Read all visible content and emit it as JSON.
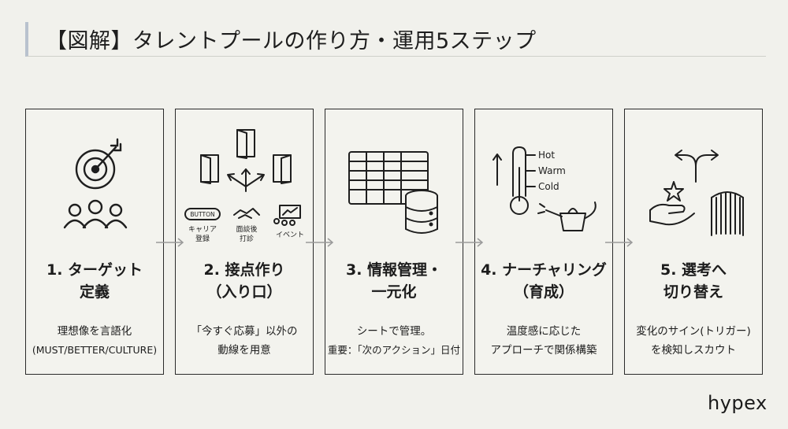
{
  "header": {
    "title": "【図解】タレントプールの作り方・運用5ステップ"
  },
  "steps": [
    {
      "title_line1": "1. ターゲット",
      "title_line2": "定義",
      "desc_line1": "理想像を言語化",
      "desc_line2": "(MUST/BETTER/CULTURE)"
    },
    {
      "title_line1": "2. 接点作り",
      "title_line2": "（入り口）",
      "desc_line1": "「今すぐ応募」以外の",
      "desc_line2": "動線を用意",
      "icon_labels": {
        "button": "BUTTON",
        "career_1": "キャリア",
        "career_2": "登録",
        "interview_1": "面談後",
        "interview_2": "打診",
        "event": "イベント"
      }
    },
    {
      "title_line1": "3. 情報管理・",
      "title_line2": "一元化",
      "desc_line1": "シートで管理。",
      "desc_line2": "重要：「次のアクション」日付"
    },
    {
      "title_line1": "4. ナーチャリング",
      "title_line2": "（育成）",
      "desc_line1": "温度感に応じた",
      "desc_line2": "アプローチで関係構築",
      "icon_labels": {
        "hot": "Hot",
        "warm": "Warm",
        "cold": "Cold"
      }
    },
    {
      "title_line1": "5. 選考へ",
      "title_line2": "切り替え",
      "desc_line1": "変化のサイン(トリガー)",
      "desc_line2": "を検知しスカウト"
    }
  ],
  "brand": {
    "logo": "hypex"
  },
  "colors": {
    "background": "#f1f1ec",
    "line": "#2a2a2a",
    "accent_bar": "#b9c2ce",
    "arrow": "#9a9a9a"
  }
}
